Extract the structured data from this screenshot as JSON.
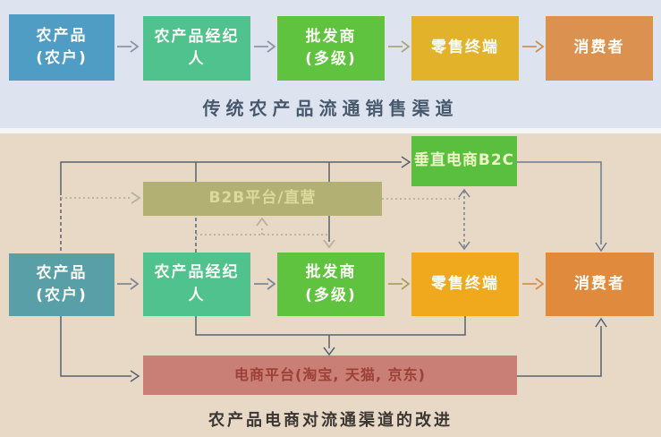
{
  "top": {
    "caption": "传统农产品流通销售渠道",
    "nodes": {
      "producer": "农产品\n(农户)",
      "broker": "农产品经纪\n人",
      "wholesaler": "批发商\n(多级)",
      "retail": "零售终端",
      "consumer": "消费者"
    },
    "edges": [
      {
        "from": "农产品(农户)",
        "to": "农产品经纪人",
        "style": "solid-arrow"
      },
      {
        "from": "农产品经纪人",
        "to": "批发商(多级)",
        "style": "solid-arrow"
      },
      {
        "from": "批发商(多级)",
        "to": "零售终端",
        "style": "solid-arrow"
      },
      {
        "from": "零售终端",
        "to": "消费者",
        "style": "solid-arrow"
      }
    ]
  },
  "bottom": {
    "caption": "农产品电商对流通渠道的改进",
    "nodes": {
      "producer": "农产品\n(农户)",
      "broker": "农产品经纪\n人",
      "wholesaler": "批发商\n(多级)",
      "retail": "零售终端",
      "consumer": "消费者",
      "b2c": "垂直电商B2C",
      "b2b": "B2B平台/直营",
      "ecommerce": "电商平台(淘宝, 天猫, 京东)"
    },
    "edges": [
      {
        "from": "农产品(农户)",
        "to": "农产品经纪人",
        "style": "solid-arrow"
      },
      {
        "from": "农产品经纪人",
        "to": "批发商(多级)",
        "style": "solid-arrow"
      },
      {
        "from": "批发商(多级)",
        "to": "零售终端",
        "style": "solid-arrow"
      },
      {
        "from": "零售终端",
        "to": "消费者",
        "style": "solid-arrow"
      },
      {
        "from": "农产品(农户)",
        "to": "垂直电商B2C",
        "style": "solid-arrow"
      },
      {
        "from": "垂直电商B2C",
        "to": "消费者",
        "style": "solid-arrow"
      },
      {
        "from": "农产品(农户)",
        "to": "B2B平台/直营",
        "style": "dashed-arrow"
      },
      {
        "from": "农产品经纪人",
        "to": "B2B平台/直营",
        "style": "dashed-arrow"
      },
      {
        "from": "B2B平台/直营",
        "to": "批发商(多级)",
        "style": "dashed-arrow"
      },
      {
        "from": "B2B平台/直营",
        "to": "垂直电商B2C/零售终端链路",
        "style": "dashed"
      },
      {
        "from": "垂直电商B2C",
        "to": "零售终端",
        "style": "dashed-double-arrow"
      },
      {
        "from": "农产品(农户)",
        "to": "电商平台",
        "style": "solid-arrow"
      },
      {
        "from": "农产品经纪人",
        "to": "电商平台",
        "style": "solid-arrow"
      },
      {
        "from": "零售终端",
        "to": "电商平台",
        "style": "solid-arrow"
      },
      {
        "from": "电商平台",
        "to": "消费者",
        "style": "solid-arrow"
      }
    ]
  },
  "colors": {
    "top_background": "#dde4ef",
    "bottom_background": "#e8d8c6",
    "producer_top": "#4f9cc5",
    "producer_bottom": "#589fa7",
    "broker_green": "#4fc28e",
    "wholesaler_green": "#5fc340",
    "retail_gold": "#e2b22b",
    "retail_gold_bottom": "#f0a91c",
    "consumer_orange": "#db9150",
    "consumer_orange_bottom": "#e08a3e",
    "b2c_green": "#5abf3e",
    "b2b_olive": "#b2b073",
    "ecommerce_rose": "#c97e76",
    "solid_line": "#55626f",
    "dotted_line": "#b7af9d"
  }
}
